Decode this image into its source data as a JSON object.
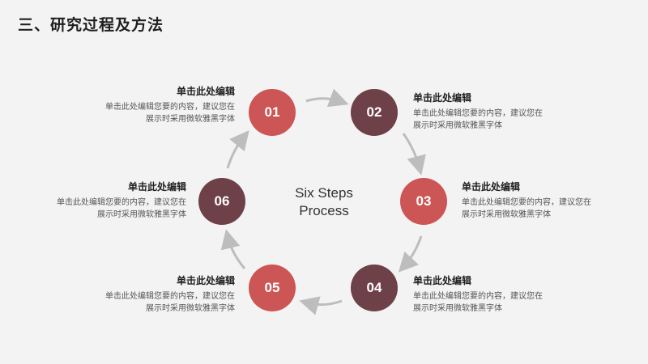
{
  "title": "三、研究过程及方法",
  "center_label": [
    "Six Steps",
    "Process"
  ],
  "colors": {
    "red": "#cc5555",
    "plum": "#6e4148",
    "arrow": "#bdbdbd"
  },
  "steps": [
    {
      "number": "01",
      "heading": "单击此处编辑",
      "desc_line1": "单击此处编辑您要的内容，建议您在",
      "desc_line2": "展示时采用微软雅黑字体"
    },
    {
      "number": "02",
      "heading": "单击此处编辑",
      "desc_line1": "单击此处编辑您要的内容，建议您在",
      "desc_line2": "展示时采用微软雅黑字体"
    },
    {
      "number": "03",
      "heading": "单击此处编辑",
      "desc_line1": "单击此处编辑您要的内容，建议您在",
      "desc_line2": "展示时采用微软雅黑字体"
    },
    {
      "number": "04",
      "heading": "单击此处编辑",
      "desc_line1": "单击此处编辑您要的内容，建议您在",
      "desc_line2": "展示时采用微软雅黑字体"
    },
    {
      "number": "05",
      "heading": "单击此处编辑",
      "desc_line1": "单击此处编辑您要的内容，建议您在",
      "desc_line2": "展示时采用微软雅黑字体"
    },
    {
      "number": "06",
      "heading": "单击此处编辑",
      "desc_line1": "单击此处编辑您要的内容，建议您在",
      "desc_line2": "展示时采用微软雅黑字体"
    }
  ]
}
